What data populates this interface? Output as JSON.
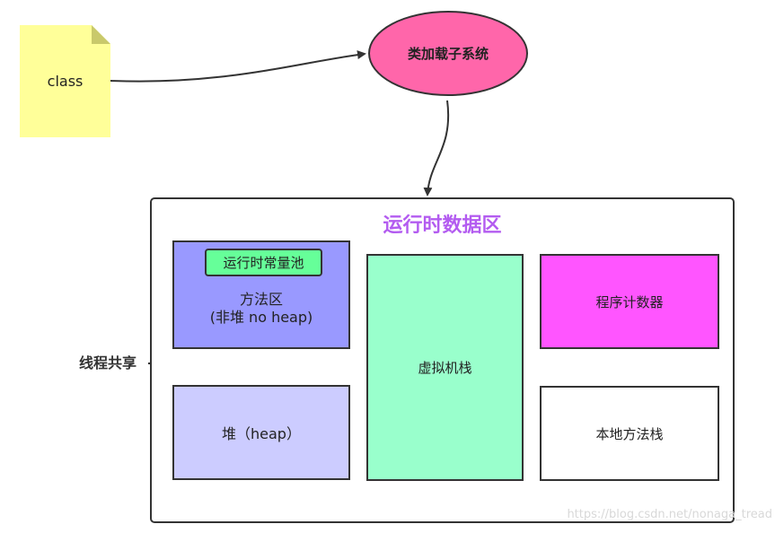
{
  "class_note": {
    "label": "class",
    "color": "#ffff99"
  },
  "class_loader": {
    "label": "类加载子系统",
    "color": "#ff66aa"
  },
  "runtime_data_area": {
    "title": "运行时数据区",
    "title_color": "#b35cf0",
    "method_area": {
      "label": "方法区",
      "sublabel": "(非堆 no heap)",
      "color": "#9999ff",
      "constant_pool": {
        "label": "运行时常量池",
        "color": "#66ff99"
      }
    },
    "heap": {
      "label": "堆（heap）",
      "color": "#ccccff"
    },
    "vm_stack": {
      "label": "虚拟机栈",
      "color": "#99ffcc"
    },
    "pc_register": {
      "label": "程序计数器",
      "color": "#ff55ff"
    },
    "native_method_stack": {
      "label": "本地方法栈",
      "color": "#ffffff"
    }
  },
  "thread_shared": {
    "label": "线程共享"
  },
  "watermark": {
    "text": "https://blog.csdn.net/nonaga_tread"
  }
}
